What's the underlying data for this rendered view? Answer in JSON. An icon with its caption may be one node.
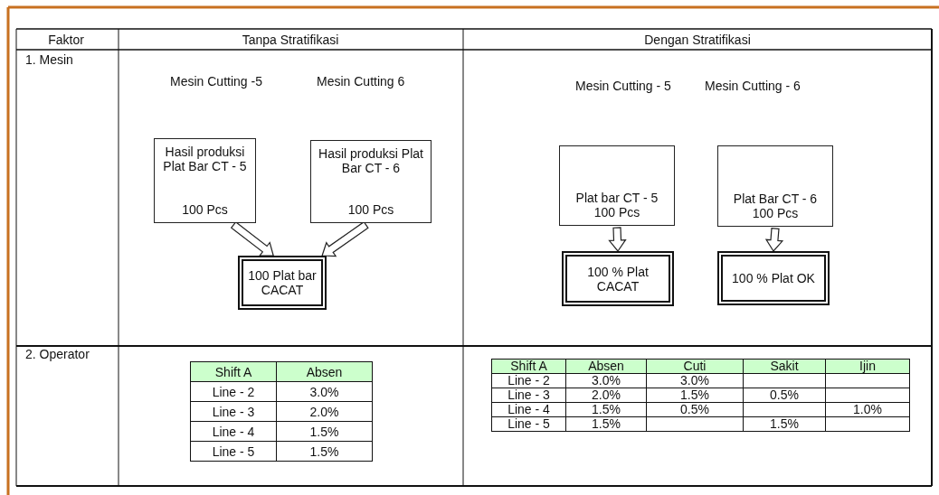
{
  "diagram": {
    "nodes": [
      {
        "text": [
          "Hasil produksi Plat Bar CT - 5",
          "100 Pcs"
        ]
      },
      {
        "text": [
          "Hasil produksi Plat Bar CT - 6",
          "100 Pcs"
        ]
      },
      {
        "text": [
          "100 Plat bar CACAT"
        ]
      },
      {
        "text": [
          "Plat bar CT - 5",
          "100 Pcs"
        ]
      },
      {
        "text": [
          "Plat Bar CT - 6",
          "100 Pcs"
        ]
      },
      {
        "text": [
          "100 % Plat CACAT"
        ]
      },
      {
        "text": [
          "100 % Plat OK"
        ]
      }
    ],
    "edges": [
      {
        "from": 0,
        "to": 2,
        "arrow": "to"
      },
      {
        "from": 1,
        "to": 2,
        "arrow": "to"
      },
      {
        "from": 3,
        "to": 5,
        "arrow": "to"
      },
      {
        "from": 4,
        "to": 6,
        "arrow": "to"
      }
    ],
    "labels": [
      "Faktor",
      "Tanpa Stratifikasi",
      "Dengan Stratifikasi",
      "1. Mesin",
      "Mesin Cutting -5",
      "Mesin Cutting 6",
      "Mesin Cutting - 5",
      "Mesin Cutting - 6",
      "2. Operator",
      "Shift A",
      "Absen",
      "Line - 2",
      "3.0%",
      "Line - 3",
      "2.0%",
      "Line - 4",
      "1.5%",
      "Line - 5",
      "1.5%",
      "Shift A",
      "Absen",
      "Cuti",
      "Sakit",
      "Ijin",
      "Line - 2",
      "3.0%",
      "3.0%",
      "Line - 3",
      "2.0%",
      "1.5%",
      "0.5%",
      "Line - 4",
      "1.5%",
      "0.5%",
      "1.0%",
      "Line - 5",
      "1.5%",
      "1.5%"
    ]
  }
}
